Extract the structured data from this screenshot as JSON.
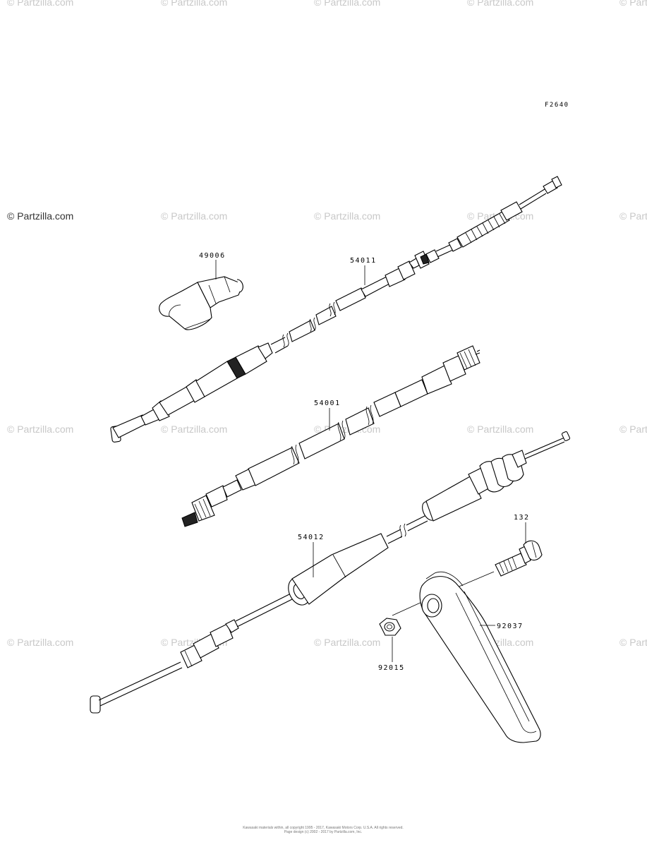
{
  "watermark": {
    "text": "© Partzilla.com"
  },
  "figure": {
    "code": "F2640"
  },
  "parts": [
    {
      "number": "49006"
    },
    {
      "number": "54011"
    },
    {
      "number": "54001"
    },
    {
      "number": "54012"
    },
    {
      "number": "132"
    },
    {
      "number": "92037"
    },
    {
      "number": "92015"
    }
  ],
  "footer": {
    "line1": "Kawasaki materials within, all copyright 1995 - 2017, Kawasaki Motors Corp. U.S.A. All rights reserved.",
    "line2": "Page design (c) 2002 - 2017 by Partzilla.com, Inc."
  }
}
